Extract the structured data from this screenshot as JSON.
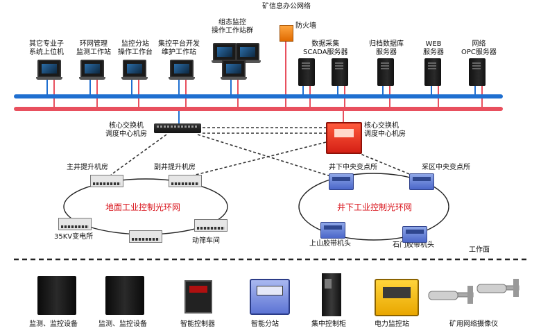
{
  "top": {
    "network_label": "矿信息办公网络",
    "firewall_label": "防火墙",
    "config_group_label": [
      "组态监控",
      "操作工作站群"
    ],
    "workstations": [
      {
        "lines": [
          "其它专业子",
          "系统上位机"
        ]
      },
      {
        "lines": [
          "环网管理",
          "监测工作站"
        ]
      },
      {
        "lines": [
          "监控分站",
          "操作工作台"
        ]
      },
      {
        "lines": [
          "集控平台开发",
          "维护工作站"
        ]
      }
    ],
    "servers": [
      {
        "lines": [
          "数据采集",
          "SCADA服务器"
        ]
      },
      {
        "lines": [
          "归档数据库",
          "服务器"
        ]
      },
      {
        "lines": [
          "WEB",
          "服务器"
        ]
      },
      {
        "lines": [
          "网络",
          "OPC服务器"
        ]
      }
    ]
  },
  "core": {
    "left_label": [
      "核心交换机",
      "调度中心机房"
    ],
    "right_label": [
      "核心交换机",
      "调度中心机房"
    ]
  },
  "surface_ring": {
    "title": "地面工业控制光环网",
    "nodes": [
      "主井提升机房",
      "副井提升机房",
      "35KV变电所",
      "动筛车间"
    ]
  },
  "underground_ring": {
    "title": "井下工业控制光环网",
    "nodes": [
      "井下中央变点所",
      "采区中央变点所",
      "上山胶带机头",
      "石门胶带机头"
    ]
  },
  "bottom": {
    "work_face_label": "工作面",
    "devices": [
      "监测、监控设备",
      "监测、监控设备",
      "智能控制器",
      "智能分站",
      "集中控制柜",
      "电力监控站",
      "矿用网络摄像仪"
    ]
  },
  "colors": {
    "bus_blue": "#1f6fd0",
    "bus_red": "#e8505e",
    "ring_title": "#d9141c"
  }
}
